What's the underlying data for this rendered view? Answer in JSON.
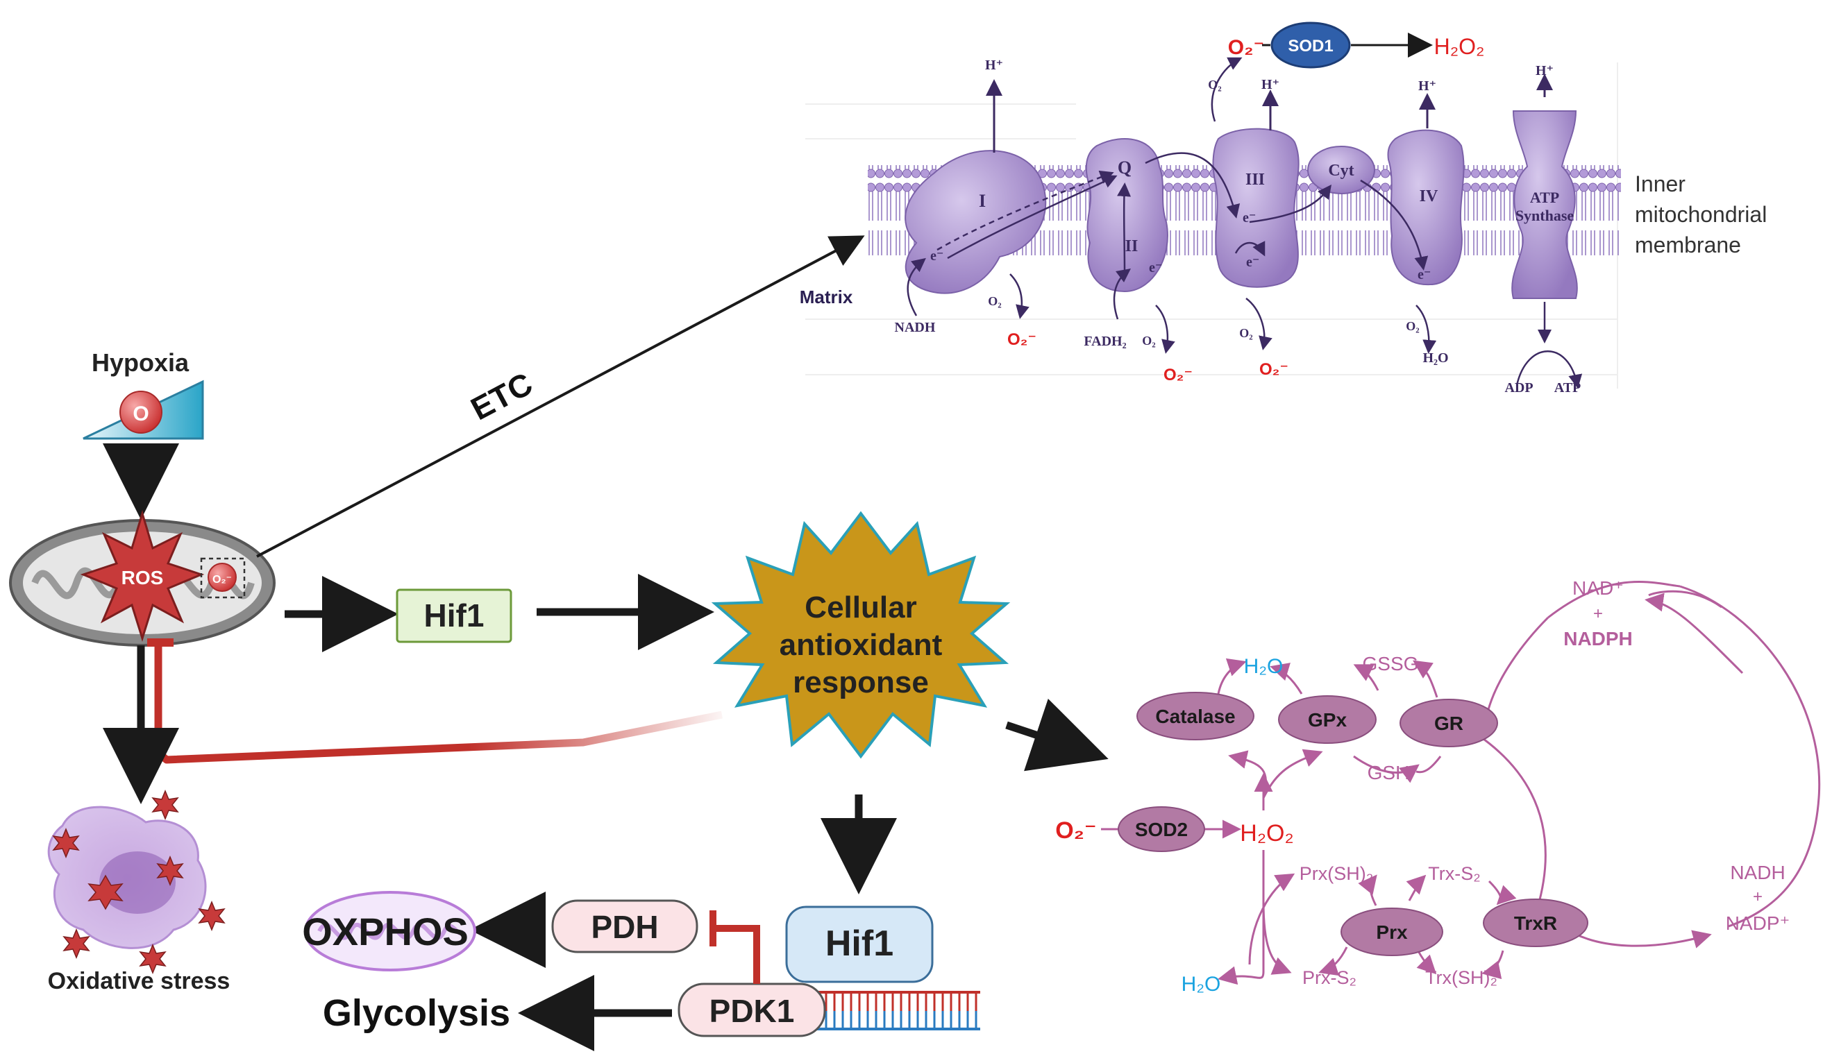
{
  "left": {
    "hypoxia_label": "Hypoxia",
    "hypoxia_symbol": "O",
    "ros_label": "ROS",
    "o2minus_label": "O₂⁻",
    "oxidative_stress_label": "Oxidative stress",
    "etc_label": "ETC",
    "hif1_top": "Hif1",
    "car_line1": "Cellular",
    "car_line2": "antioxidant",
    "car_line3": "response",
    "hif1_bottom": "Hif1",
    "pdh": "PDH",
    "pdk1": "PDK1",
    "oxphos": "OXPHOS",
    "glycolysis": "Glycolysis"
  },
  "etc": {
    "sod1": "SOD1",
    "o2minus": "O₂⁻",
    "h2o2": "H₂O₂",
    "o2": "O₂",
    "hplus": "H⁺",
    "complex_1": "I",
    "complex_2": "II",
    "complex_3": "III",
    "complex_4": "IV",
    "q": "Q",
    "cyt": "Cyt",
    "atp_synthase_1": "ATP",
    "atp_synthase_2": "Synthase",
    "electron": "e⁻",
    "matrix": "Matrix",
    "nadh": "NADH",
    "fadh2": "FADH₂",
    "h2o": "H₂O",
    "adp": "ADP",
    "atp": "ATP",
    "membrane_line1": "Inner",
    "membrane_line2": "mitochondrial",
    "membrane_line3": "membrane"
  },
  "antioxidant": {
    "catalase": "Catalase",
    "gpx": "GPx",
    "gr": "GR",
    "sod2": "SOD2",
    "prx": "Prx",
    "trxr": "TrxR",
    "h2o_top": "H₂O",
    "gssg": "GSSG",
    "gsh": "GSH",
    "o2minus": "O₂⁻",
    "h2o2": "H₂O₂",
    "prx_sh2": "Prx(SH)₂",
    "trx_s2": "Trx-S₂",
    "prx_s2": "Prx-S₂",
    "trx_sh2": "Trx(SH)₂",
    "h2o_bottom": "H₂O",
    "nad_plus": "NAD⁺",
    "plus1": "+",
    "nadph": "NADPH",
    "nadh": "NADH",
    "plus2": "+",
    "nadp_plus": "NADP⁺"
  },
  "colors": {
    "arrow_black": "#1a1a1a",
    "inhibit_red": "#c0302a",
    "hif_green_fill": "#e6f3d6",
    "hif_green_stroke": "#6c9a3a",
    "hif_blue_fill": "#d6e8f7",
    "pdh_fill": "#fbe3e6",
    "star_gold": "#c9961a",
    "ros_red": "#c73a3a",
    "complex_purple": "#9d83c4",
    "membrane_purple": "#b19ad6",
    "antioxidant_mauve": "#b27aa4",
    "antioxidant_line": "#b45e9c",
    "superoxide_red": "#e01f1f",
    "water_blue": "#1aa3e0",
    "sod1_blue": "#2f5faa"
  }
}
